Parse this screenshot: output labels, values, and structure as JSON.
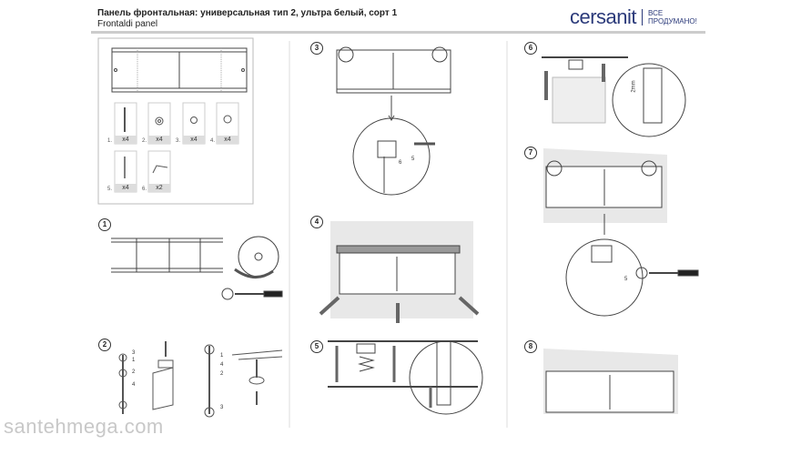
{
  "header": {
    "title": "Панель фронтальная: универсальная тип 2, ультра белый, сорт 1",
    "subtitle": "Frontaldi panel"
  },
  "logo": {
    "brand": "cersanit",
    "tagline_line1": "ВСЕ",
    "tagline_line2": "ПРОДУМАНО!",
    "color": "#2b3a7a"
  },
  "parts": [
    {
      "index": "1.",
      "count": "x4",
      "icon": "bolt-icon"
    },
    {
      "index": "2.",
      "count": "x4",
      "icon": "foot-nut-icon"
    },
    {
      "index": "3.",
      "count": "x4",
      "icon": "nut-icon"
    },
    {
      "index": "4.",
      "count": "x4",
      "icon": "cap-nut-icon"
    },
    {
      "index": "5.",
      "count": "x4",
      "icon": "screw-icon"
    },
    {
      "index": "6.",
      "count": "x2",
      "icon": "bracket-icon"
    }
  ],
  "steps": [
    "1",
    "2",
    "3",
    "4",
    "5",
    "6",
    "7",
    "8"
  ],
  "step2_labels": [
    "3",
    "1",
    "2",
    "4",
    "1",
    "4",
    "2",
    "3"
  ],
  "callouts": {
    "step3_a": "6",
    "step3_b": "5",
    "step6_gap": "2mm",
    "step7": "5"
  },
  "watermark": "santehmega.com"
}
